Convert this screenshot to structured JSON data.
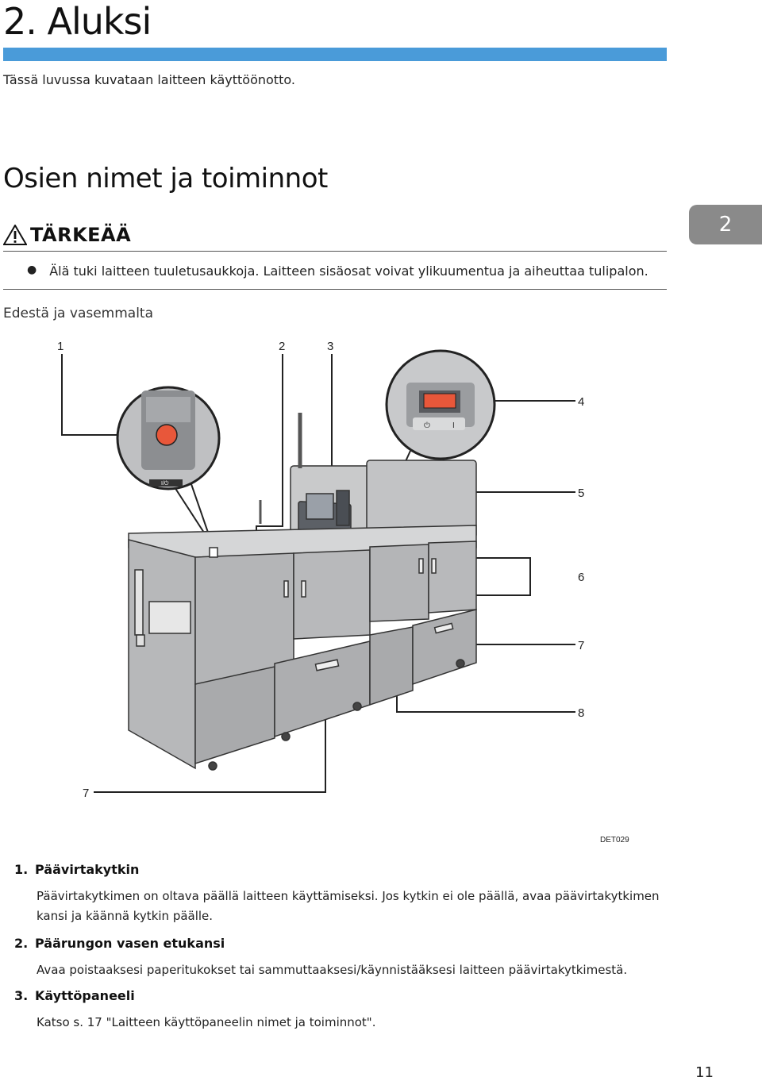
{
  "header": {
    "chapter_title": "2. Aluksi",
    "intro": "Tässä luvussa kuvataan laitteen käyttöönotto."
  },
  "section": {
    "title": "Osien nimet ja toiminnot"
  },
  "chapter_tab": "2",
  "important": {
    "title": "TÄRKEÄÄ",
    "bullet": "Älä tuki laitteen tuuletusaukkoja. Laitteen sisäosat voivat ylikuumentua ja aiheuttaa tulipalon."
  },
  "subhead": "Edestä ja vasemmalta",
  "figure": {
    "callouts": [
      "1",
      "2",
      "3",
      "4",
      "5",
      "6",
      "7",
      "8",
      "7"
    ],
    "code": "DET029",
    "switch_label": "I/⏻"
  },
  "items": [
    {
      "num": "1.",
      "title": "Päävirtakytkin",
      "desc": "Päävirtakytkimen on oltava päällä laitteen käyttämiseksi. Jos kytkin ei ole päällä, avaa päävirtakytkimen kansi ja käännä kytkin päälle."
    },
    {
      "num": "2.",
      "title": "Päärungon vasen etukansi",
      "desc": "Avaa poistaaksesi paperitukokset tai sammuttaaksesi/käynnistääksesi laitteen päävirtakytkimestä."
    },
    {
      "num": "3.",
      "title": "Käyttöpaneeli",
      "desc": "Katso s. 17 \"Laitteen käyttöpaneelin nimet ja toiminnot\"."
    }
  ],
  "page_number": "11"
}
